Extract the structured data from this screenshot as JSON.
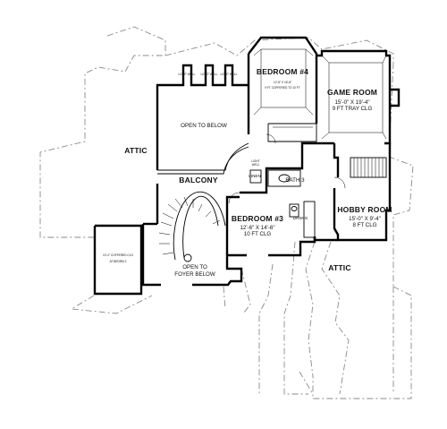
{
  "rooms": {
    "bedroom4": {
      "name": "BEDROOM #4",
      "size": "12'-8\" X 16'-8\"",
      "ceiling": "9 FT COFFERED TO 10 FT"
    },
    "game_room": {
      "name": "GAME ROOM",
      "size": "15'-0\" X 19'-4\"",
      "ceiling": "9 FT TRAY CLG"
    },
    "open_to_below": {
      "name": "OPEN TO BELOW"
    },
    "attic_left": {
      "name": "ATTIC"
    },
    "balcony": {
      "name": "BALCONY"
    },
    "bath3": {
      "name": "BATH 3"
    },
    "linen": {
      "name": "LINEN"
    },
    "hobby_room": {
      "name": "HOBBY ROOM",
      "size": "15'-0\" X 9'-4\"",
      "ceiling": "8 FT CLG"
    },
    "bedroom3": {
      "name": "BEDROOM #3",
      "size": "12'-6\" X 14'-6\"",
      "ceiling": "10 FT CLG"
    },
    "dressing": {
      "name": "DRSNG"
    },
    "open_to_foyer": {
      "line1": "OPEN TO",
      "line2": "FOYER BELOW"
    },
    "attic_right": {
      "name": "ATTIC"
    },
    "coffered_note": {
      "line1": "10'-0\" COFFERED CLG",
      "line2": "AT BEDRM 2"
    }
  },
  "fixtures": {
    "light_wells": [
      "LIGHT WELL",
      "LIGHT WELL",
      "LIGHT WELL"
    ],
    "bath_left": [
      "LIGHT",
      "WELL"
    ]
  }
}
